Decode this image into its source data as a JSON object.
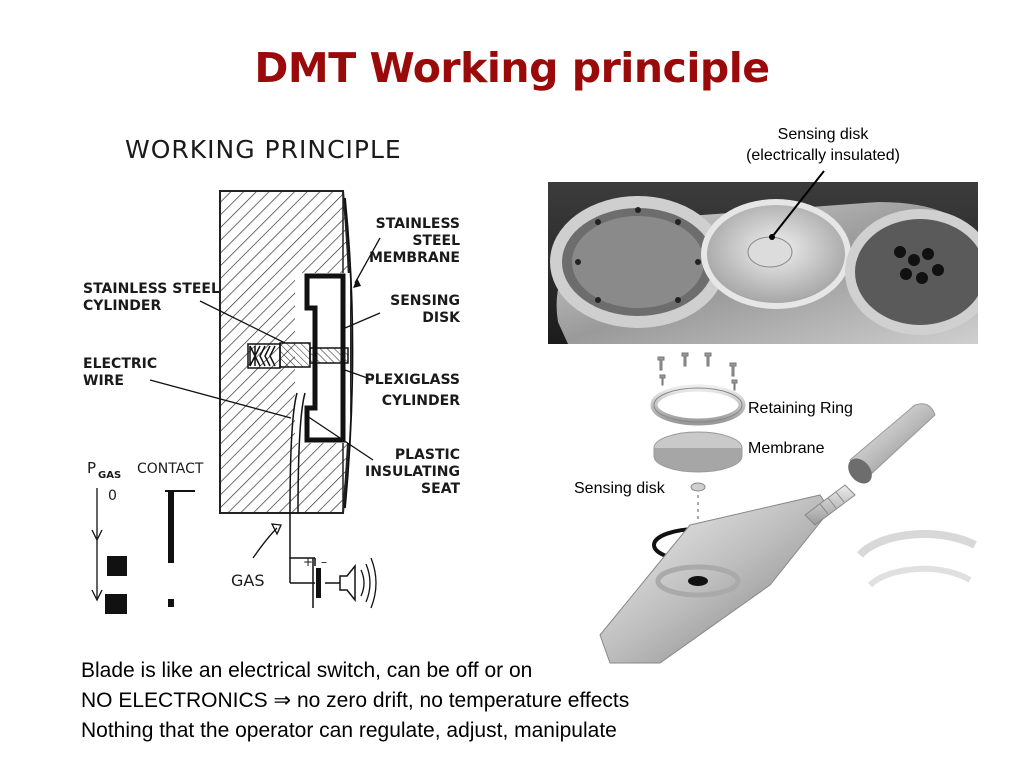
{
  "slide": {
    "title": "DMT Working principle"
  },
  "schematic": {
    "title": "WORKING  PRINCIPLE",
    "labels": {
      "membrane_1": "STAINLESS",
      "membrane_2": "STEEL",
      "membrane_3": "MEMBRANE",
      "cylinder_1": "STAINLESS  STEEL",
      "cylinder_2": "CYLINDER",
      "sensing_1": "SENSING",
      "sensing_2": "DISK",
      "wire_1": "ELECTRIC",
      "wire_2": "WIRE",
      "plexi_1": "PLEXIGLASS",
      "plexi_2": "CYLINDER",
      "seat_1": "PLASTIC",
      "seat_2": "INSULATING",
      "seat_3": "SEAT",
      "pgas": "P",
      "pgas_sub": "GAS",
      "contact": "CONTACT",
      "zero": "0",
      "gas": "GAS",
      "plus": "+",
      "minus": "–"
    }
  },
  "photo": {
    "caption_line1": "Sensing disk",
    "caption_line2": "(electrically insulated)"
  },
  "exploded": {
    "retaining_ring": "Retaining Ring",
    "membrane": "Membrane",
    "sensing_disk": "Sensing disk"
  },
  "body": {
    "line1": "Blade is like an electrical switch, can be off or on",
    "line2": "NO ELECTRONICS ⇒ no zero drift, no temperature effects",
    "line3": "Nothing that the operator can regulate, adjust, manipulate"
  }
}
